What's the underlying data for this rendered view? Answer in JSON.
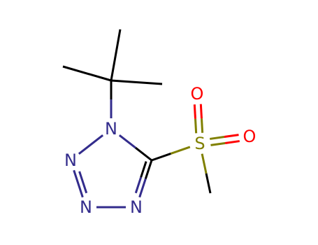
{
  "molecule": {
    "colors": {
      "carbon": "#000000",
      "nitrogen": "#332c8c",
      "oxygen": "#ff0000",
      "sulfur": "#808000"
    },
    "atoms": [
      {
        "id": "n1",
        "label": "N",
        "element": "nitrogen"
      },
      {
        "id": "n2",
        "label": "N",
        "element": "nitrogen"
      },
      {
        "id": "n3",
        "label": "N",
        "element": "nitrogen"
      },
      {
        "id": "n4",
        "label": "N",
        "element": "nitrogen"
      },
      {
        "id": "s1",
        "label": "S",
        "element": "sulfur"
      },
      {
        "id": "o1",
        "label": "O",
        "element": "oxygen"
      },
      {
        "id": "o2",
        "label": "O",
        "element": "oxygen"
      }
    ],
    "bonds": [
      {
        "from": "n1",
        "to": "c_tbu",
        "order": 1
      },
      {
        "from": "c_tbu",
        "to": "c_me1",
        "order": 1
      },
      {
        "from": "c_tbu",
        "to": "c_me2",
        "order": 1
      },
      {
        "from": "c_tbu",
        "to": "c_me3",
        "order": 1
      },
      {
        "from": "n1",
        "to": "n2",
        "order": 1
      },
      {
        "from": "n2",
        "to": "n3",
        "order": 2
      },
      {
        "from": "n3",
        "to": "n4",
        "order": 1
      },
      {
        "from": "n4",
        "to": "c5",
        "order": 2
      },
      {
        "from": "c5",
        "to": "n1",
        "order": 1
      },
      {
        "from": "c5",
        "to": "s1",
        "order": 1
      },
      {
        "from": "s1",
        "to": "o1",
        "order": 2
      },
      {
        "from": "s1",
        "to": "o2",
        "order": 2
      },
      {
        "from": "s1",
        "to": "c_sme",
        "order": 1
      }
    ]
  }
}
